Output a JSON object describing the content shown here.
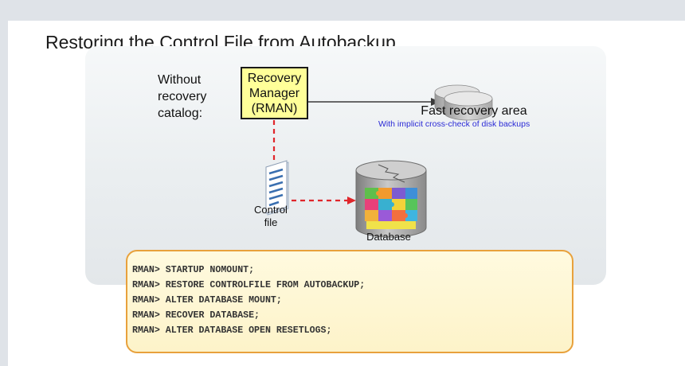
{
  "title": "Restoring the Control File from Autobackup",
  "diagram": {
    "catalog_label": "Without\nrecovery\ncatalog:",
    "rman_label": "Recovery\nManager\n(RMAN)",
    "fra_label": "Fast recovery area",
    "fra_sublabel": "With implicit cross-check of disk backups",
    "control_file_label": "Control\nfile",
    "database_label": "Database",
    "colors": {
      "rman_box": "#ffff99",
      "dashed_arrow": "#e0262b",
      "solid_arrow": "#3a3a3a",
      "sublabel": "#2b2bd6",
      "code_border": "#e8a13c"
    }
  },
  "commands": [
    "RMAN> STARTUP NOMOUNT;",
    "RMAN> RESTORE CONTROLFILE FROM AUTOBACKUP;",
    "RMAN> ALTER DATABASE MOUNT;",
    "RMAN> RECOVER DATABASE;",
    "RMAN> ALTER DATABASE OPEN RESETLOGS;"
  ]
}
